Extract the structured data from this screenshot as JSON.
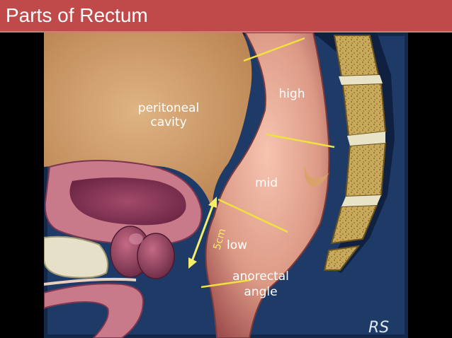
{
  "slide": {
    "title": "Parts of Rectum"
  },
  "diagram": {
    "labels": {
      "peritoneal_line1": "peritoneal",
      "peritoneal_line2": "cavity",
      "high": "high",
      "mid": "mid",
      "low": "low",
      "anorectal_line1": "anorectal",
      "anorectal_line2": "angle",
      "measure": "5cm",
      "signature": "RS"
    },
    "colors": {
      "title_bar": "#c0494a",
      "background": "#1e3a66",
      "peritoneum": "#d4a171",
      "rectum": "#dba08c",
      "divider": "#f0e040",
      "arrow": "#f5ee6a",
      "sacrum": "#c4a558"
    }
  }
}
